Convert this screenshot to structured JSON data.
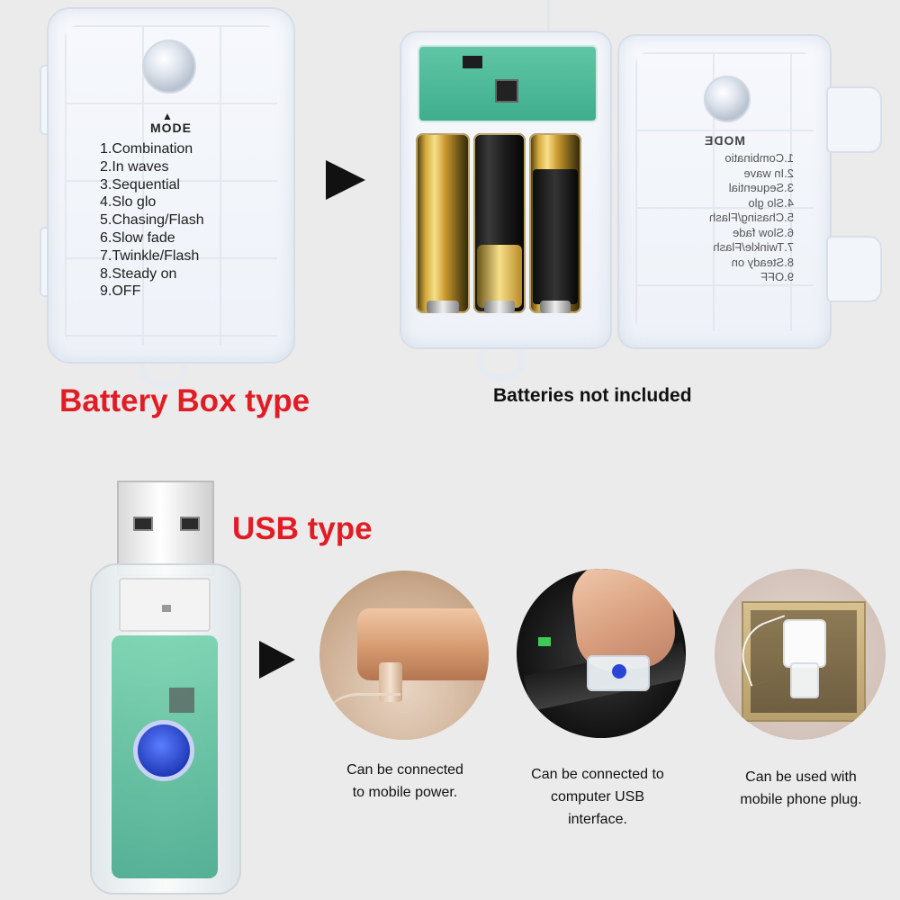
{
  "battery_box": {
    "mode_title": "MODE",
    "modes": [
      "1.Combination",
      "2.In waves",
      "3.Sequential",
      "4.Slo glo",
      "5.Chasing/Flash",
      "6.Slow fade",
      "7.Twinkle/Flash",
      "8.Steady on",
      "9.OFF"
    ],
    "mirrored_modes": [
      "1.Combinatio",
      "2.In wave",
      "3.Sequential",
      "4.Slo glo",
      "5.Chasing/Flash",
      "6.Slow fade",
      "7.Twinkle/Flash",
      "8.Steady on",
      "9.OFF"
    ],
    "type_label": "Battery Box type",
    "note": "Batteries not included"
  },
  "usb": {
    "type_label": "USB type",
    "captions": [
      [
        "Can be connected",
        "to mobile power."
      ],
      [
        "Can be connected to",
        "computer USB",
        "interface."
      ],
      [
        "Can be used with",
        "mobile phone plug."
      ]
    ]
  },
  "colors": {
    "accent_red": "#e21c25",
    "background": "#ebebeb",
    "button_blue": "#2845d8"
  }
}
